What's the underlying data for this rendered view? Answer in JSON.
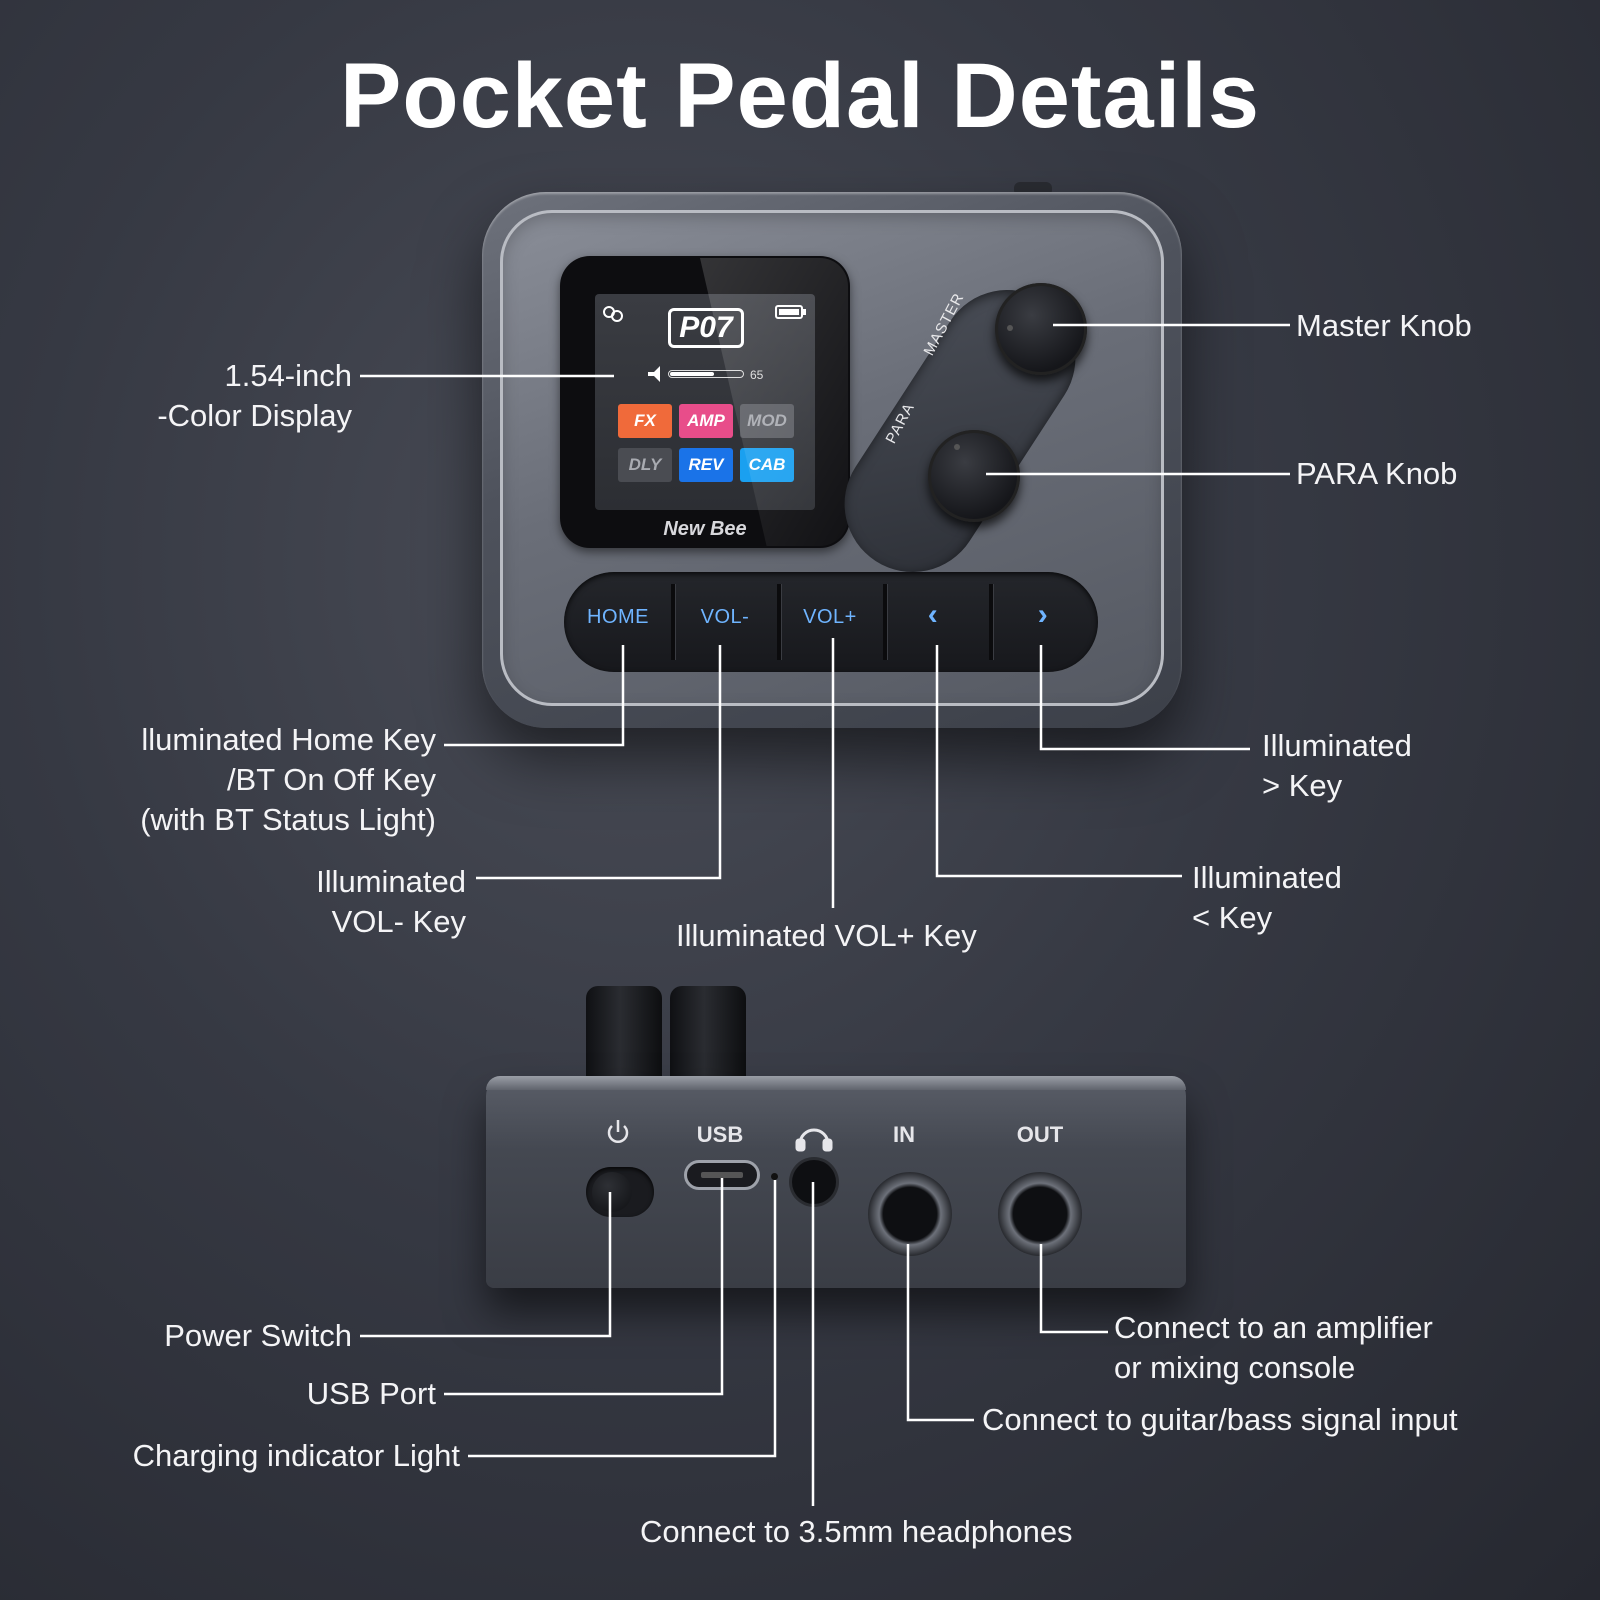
{
  "title": "Pocket Pedal Details",
  "screen": {
    "preset": "P07",
    "volume": 65,
    "volume_fraction": 0.6,
    "brand": "New Bee",
    "modules": [
      {
        "label": "FX",
        "bg": "#f06a3a",
        "fg": "#ffffff"
      },
      {
        "label": "AMP",
        "bg": "#e84d8a",
        "fg": "#ffffff"
      },
      {
        "label": "MOD",
        "bg": "#5a5c62",
        "fg": "#a9abb1"
      },
      {
        "label": "DLY",
        "bg": "#4a4c52",
        "fg": "#a9abb1"
      },
      {
        "label": "REV",
        "bg": "#1a73e8",
        "fg": "#ffffff"
      },
      {
        "label": "CAB",
        "bg": "#1aa0f0",
        "fg": "#ffffff"
      }
    ]
  },
  "knob_labels": {
    "master": "MASTER",
    "para": "PARA"
  },
  "keys": {
    "home": "HOME",
    "vol_minus": "VOL-",
    "vol_plus": "VOL+",
    "prev": "‹",
    "next": "›"
  },
  "ports": {
    "usb": "USB",
    "in": "IN",
    "out": "OUT",
    "power_icon": "power-icon",
    "headphone_icon": "headphone-icon"
  },
  "labels": {
    "display": [
      "1.54-inch",
      "-Color Display"
    ],
    "master_knob": "Master Knob",
    "para_knob": "PARA Knob",
    "home_key": [
      "lluminated Home Key",
      "/BT On Off Key",
      "(with BT Status Light)"
    ],
    "next_key": [
      "Illuminated",
      "> Key"
    ],
    "vol_minus_key": [
      "Illuminated",
      "VOL- Key"
    ],
    "prev_key": [
      "Illuminated",
      "< Key"
    ],
    "vol_plus_key": "Illuminated VOL+ Key",
    "power_switch": "Power Switch",
    "usb_port": "USB Port",
    "charging_light": "Charging indicator Light",
    "out_desc": [
      "Connect to an amplifier",
      "or mixing console"
    ],
    "in_desc": "Connect to guitar/bass signal input",
    "headphones_desc": "Connect to 3.5mm headphones"
  },
  "colors": {
    "key_light": "#6fb4ff",
    "callout_line": "#ffffff"
  }
}
